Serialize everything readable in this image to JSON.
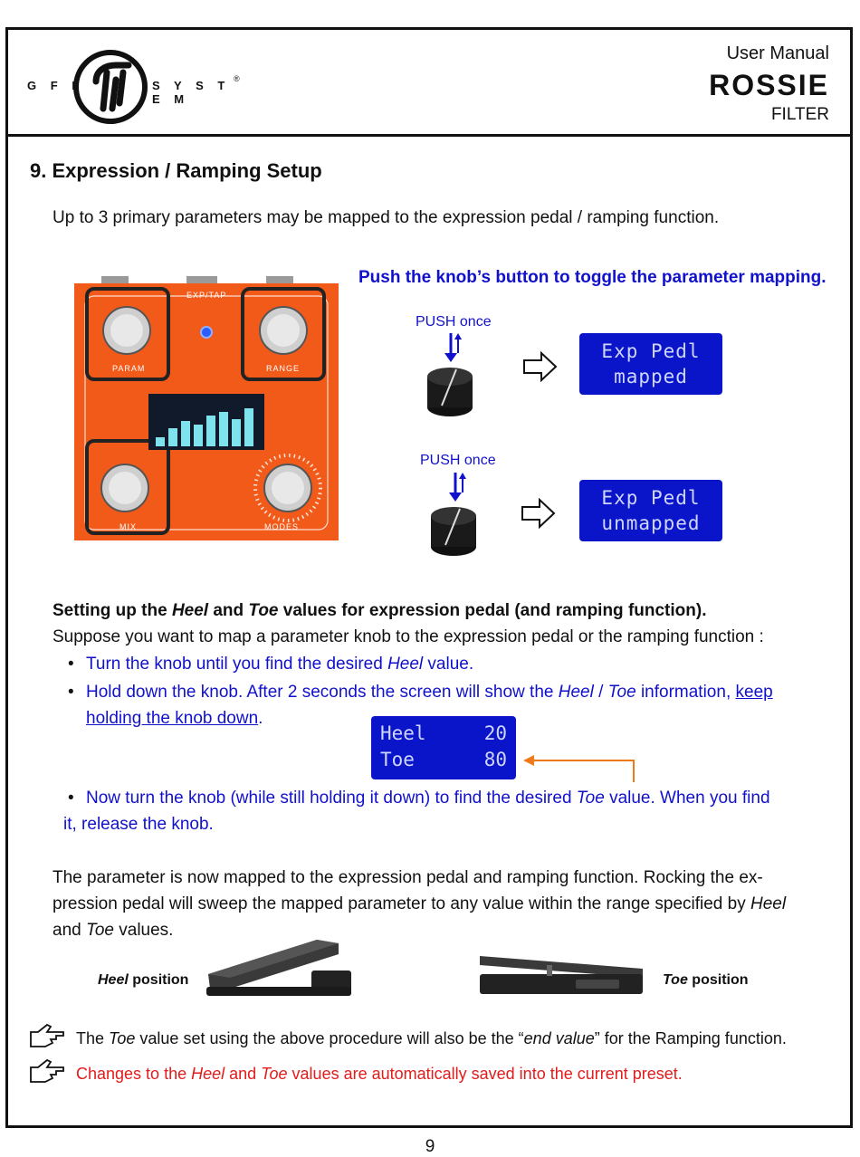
{
  "header": {
    "logo_left": "G F I",
    "logo_right": "S Y S T E M",
    "logo_mark": "®",
    "manual_label": "User Manual",
    "product": "ROSSIE",
    "product_sub": "FILTER"
  },
  "section": {
    "title": "9.  Expression / Ramping Setup",
    "intro": "Up to 3 primary parameters may be mapped to the expression pedal / ramping function."
  },
  "pedal": {
    "label_exp": "EXP/TAP",
    "label_param": "PARAM",
    "label_range": "RANGE",
    "label_mix": "MIX",
    "label_modes": "MODES",
    "accent_color": "#f25a1a",
    "display_color": "#7fe3ee"
  },
  "toggle": {
    "title": "Push the knob’s button to toggle the parameter mapping.",
    "push1": "PUSH once",
    "push2": "PUSH once",
    "lcd1_line1": "Exp Pedl",
    "lcd1_line2": "mapped",
    "lcd2_line1": "Exp Pedl",
    "lcd2_line2": "unmapped"
  },
  "heeltoe": {
    "heading_pre": "Setting up the ",
    "heading_heel": "Heel",
    "heading_and": " and ",
    "heading_toe": "Toe",
    "heading_post": " values for expression pedal (and ramping function).",
    "suppose": "Suppose you want to map a parameter knob to the expression pedal or the ramping function :",
    "b1_pre": "Turn the knob until you find the desired ",
    "b1_em": "Heel",
    "b1_post": " value.",
    "b2_pre": "Hold down the knob. After 2 seconds the screen will show the ",
    "b2_em1": "Heel",
    "b2_mid": " / ",
    "b2_em2": "Toe",
    "b2_post": " information, ",
    "b2_u1": "keep",
    "b2_u2": "holding the knob down",
    "b2_end": ".",
    "lcd_heel_label": "Heel",
    "lcd_heel_value": "20",
    "lcd_toe_label": "Toe",
    "lcd_toe_value": "80",
    "b3_pre": "Now turn the knob (while still holding it down) to find the desired ",
    "b3_em": "Toe",
    "b3_post": " value. When you find",
    "b3_line2": "it, release the knob."
  },
  "sweep": {
    "line1": "The parameter is now mapped to the expression pedal and ramping function. Rocking the ex-",
    "line2_pre": "pression pedal will sweep the mapped parameter to any value within the range specified by ",
    "line2_em": "Heel",
    "line3_pre": "and ",
    "line3_em": "Toe",
    "line3_post": " values."
  },
  "positions": {
    "heel_em": "Heel",
    "heel_post": " position",
    "toe_em": "Toe",
    "toe_post": " position"
  },
  "notes": {
    "n1_pre": "The ",
    "n1_em": "Toe",
    "n1_mid": " value set using the above procedure will also be the “",
    "n1_em2": "end value",
    "n1_post": "” for the Ramping function.",
    "n2_pre": "Changes to the ",
    "n2_em1": "Heel",
    "n2_mid": " and ",
    "n2_em2": "Toe",
    "n2_post": " values are automatically saved into the current preset."
  },
  "page_number": "9",
  "colors": {
    "blue_text": "#1111cc",
    "red_text": "#e21b1b",
    "lcd": "#0a14c8",
    "arrow_orange": "#f07a1a"
  }
}
